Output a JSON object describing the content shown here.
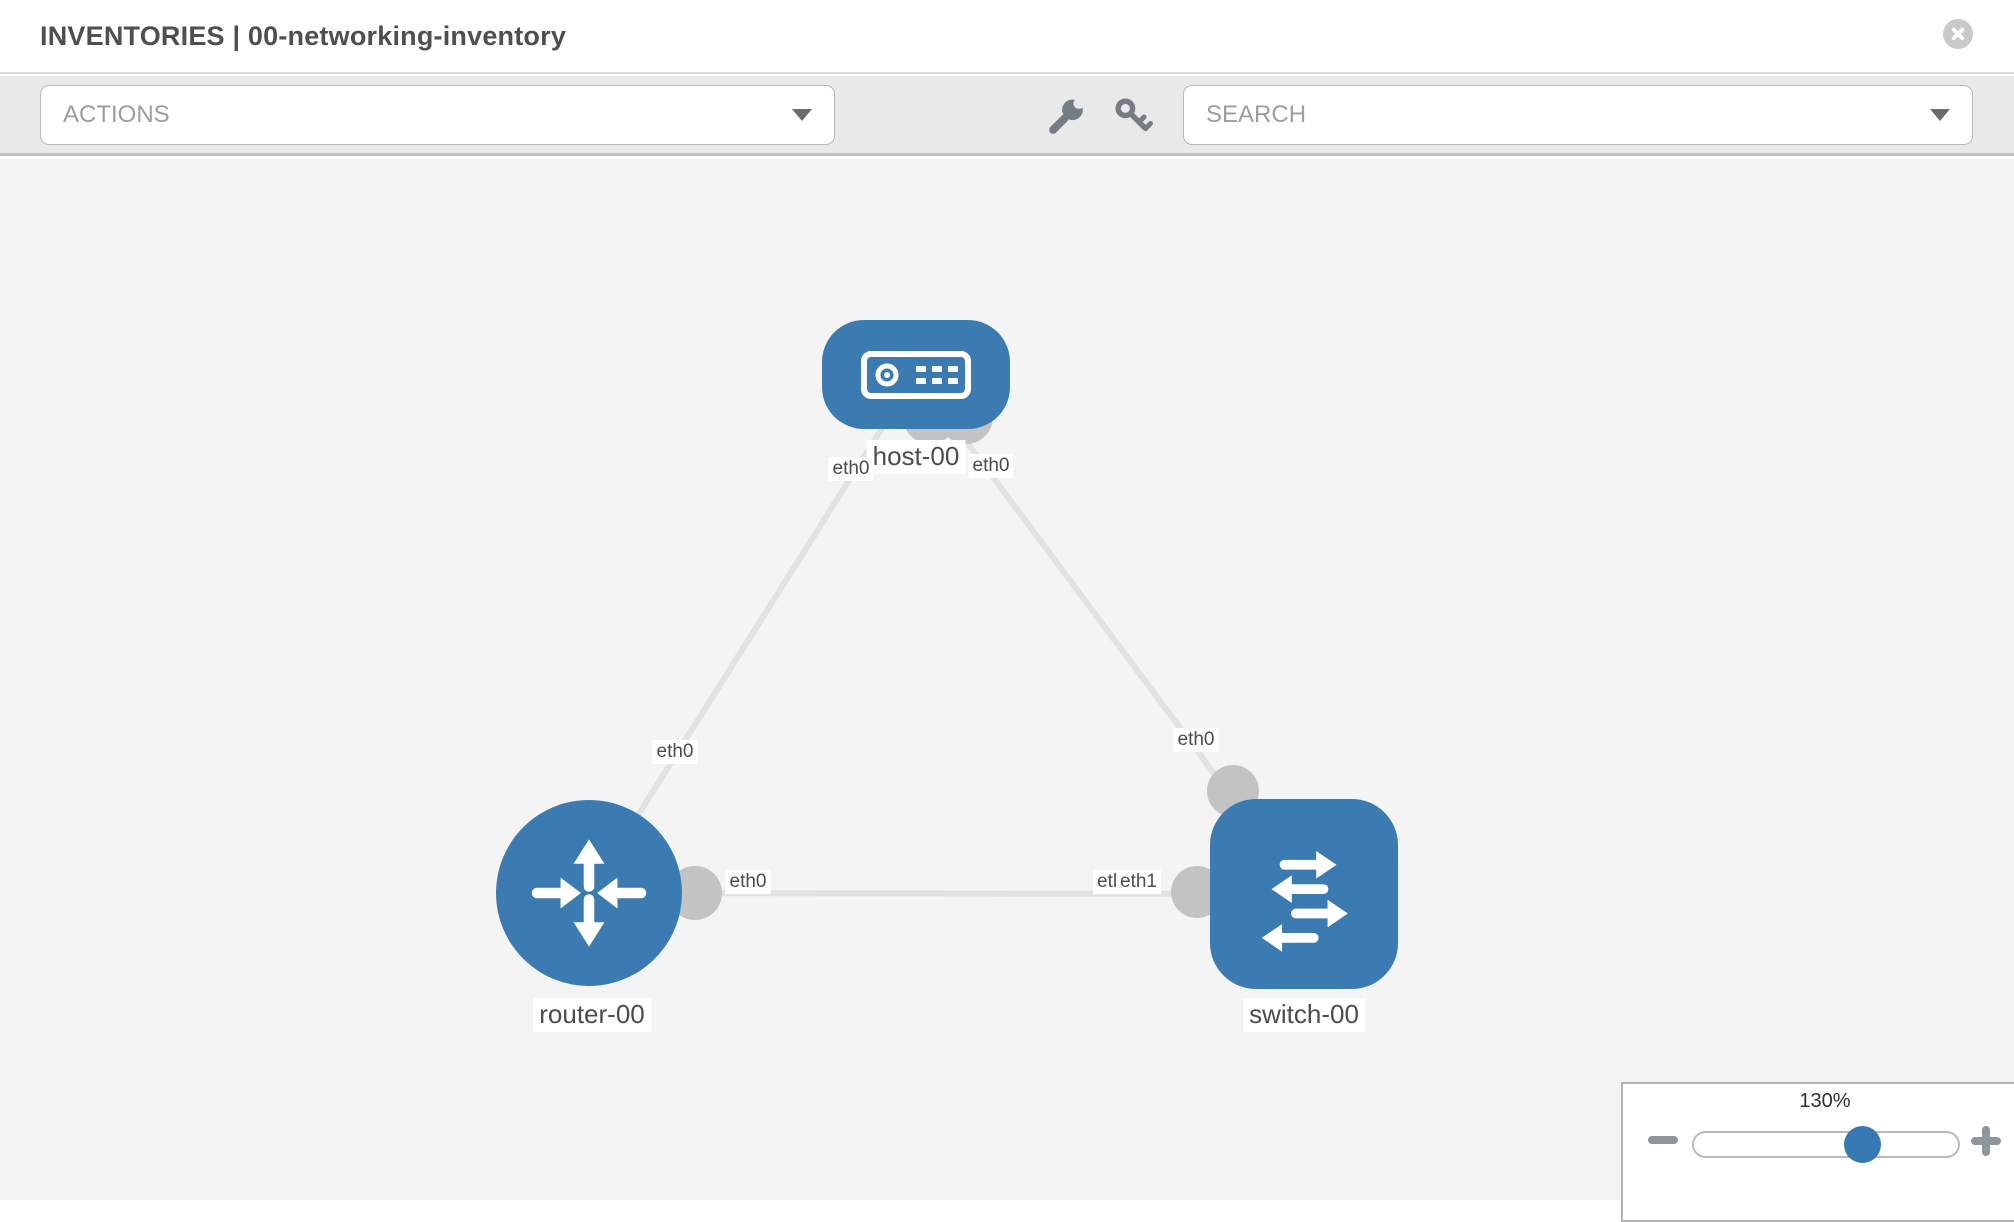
{
  "header": {
    "title": "INVENTORIES | 00-networking-inventory"
  },
  "toolbar": {
    "actions_label": "ACTIONS",
    "search_label": "SEARCH",
    "tool_icons": [
      "wrench",
      "key"
    ]
  },
  "topology": {
    "nodes": [
      {
        "label": "host-00",
        "type": "host"
      },
      {
        "label": "router-00",
        "type": "router"
      },
      {
        "label": "switch-00",
        "type": "switch"
      }
    ],
    "links": [
      {
        "from": "host-00",
        "to": "router-00",
        "from_interface": "eth0",
        "to_interface": "eth0"
      },
      {
        "from": "host-00",
        "to": "switch-00",
        "from_interface": "eth0",
        "to_interface": "eth0"
      },
      {
        "from": "router-00",
        "to": "switch-00",
        "from_interface": "eth0",
        "to_interface": "eth1"
      }
    ],
    "overlapped_interface_label": "eth0"
  },
  "zoom_control": {
    "level": "130%"
  },
  "colors": {
    "node_blue": "#3c7bb1",
    "slider_knob_blue": "#3879b4",
    "link_gray": "#e2e2e2",
    "endpoint_gray": "#c3c3c3",
    "canvas_bg": "#f4f4f4",
    "toolbar_bg": "#e9e9e9"
  }
}
